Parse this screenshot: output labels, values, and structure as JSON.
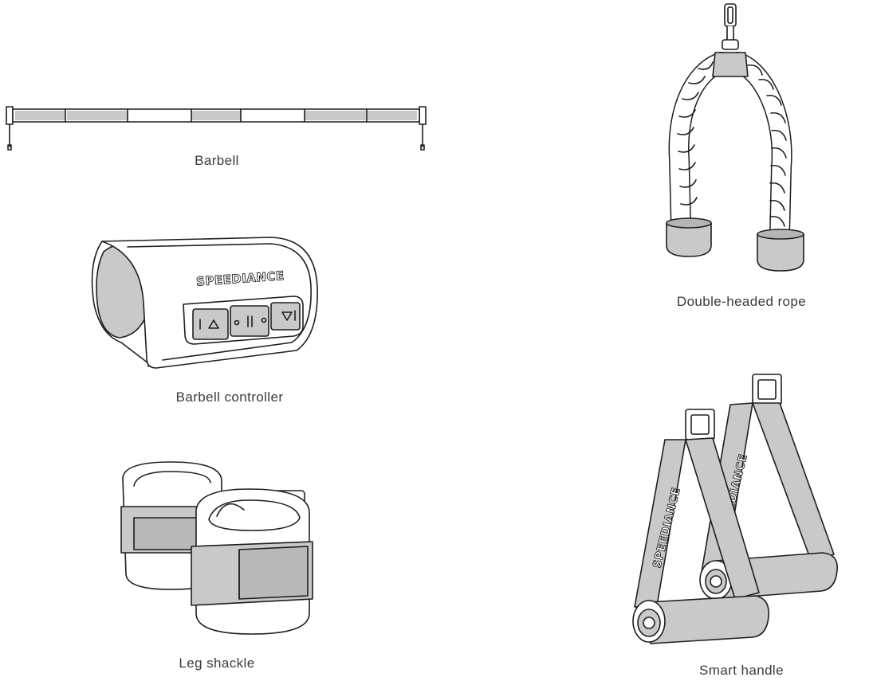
{
  "items": {
    "barbell": {
      "caption": "Barbell"
    },
    "rope": {
      "caption": "Double-headed rope"
    },
    "controller": {
      "caption": "Barbell controller",
      "logo": "SPEEDIANCE"
    },
    "shackle": {
      "caption": "Leg shackle"
    },
    "handle": {
      "caption": "Smart handle",
      "logo": "SPEEDIANCE"
    }
  },
  "colors": {
    "line": "#1e1e1e",
    "gray": "#c9c9c9",
    "background": "#ffffff"
  }
}
